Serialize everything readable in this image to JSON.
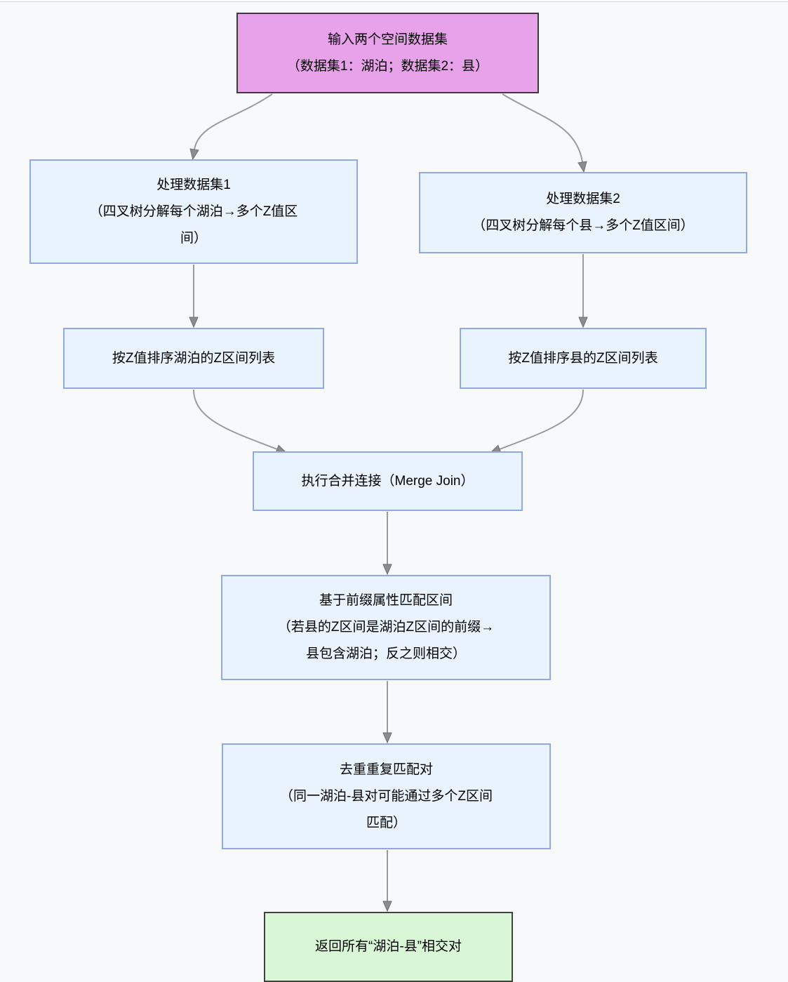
{
  "diagram": {
    "type": "flowchart",
    "direction": "top-down",
    "colors": {
      "background": "#f8f9fa",
      "top_border": "#d8d8d8",
      "blue_fill": "#e9f3fd",
      "blue_border": "#8fa8e6",
      "start_fill": "#e8a2e9",
      "start_border": "#3b3b3b",
      "end_fill": "#d9f6d7",
      "end_border": "#424242",
      "edge": "#9b9b9b",
      "arrowhead": "#8c8c8c",
      "arrowhead_outline": "#6f6f6f",
      "text": "#000000"
    },
    "nodes": {
      "input": {
        "lines": [
          "输入两个空间数据集",
          "（数据集1：湖泊；数据集2：县）"
        ]
      },
      "process1": {
        "lines": [
          "处理数据集1",
          "（四叉树分解每个湖泊→多个Z值区",
          "间）"
        ]
      },
      "process2": {
        "lines": [
          "处理数据集2",
          "（四叉树分解每个县→多个Z值区间）"
        ]
      },
      "sort1": {
        "lines": [
          "按Z值排序湖泊的Z区间列表"
        ]
      },
      "sort2": {
        "lines": [
          "按Z值排序县的Z区间列表"
        ]
      },
      "merge": {
        "lines": [
          "执行合并连接（Merge Join）"
        ]
      },
      "prefix": {
        "lines": [
          "基于前缀属性匹配区间",
          "（若县的Z区间是湖泊Z区间的前缀→",
          "县包含湖泊；反之则相交）"
        ]
      },
      "dedup": {
        "lines": [
          "去重重复匹配对",
          "（同一湖泊-县对可能通过多个Z区间",
          "匹配）"
        ]
      },
      "output": {
        "lines": [
          "返回所有“湖泊-县”相交对"
        ]
      }
    },
    "edges": [
      {
        "from": "input",
        "to": "process1"
      },
      {
        "from": "input",
        "to": "process2"
      },
      {
        "from": "process1",
        "to": "sort1"
      },
      {
        "from": "process2",
        "to": "sort2"
      },
      {
        "from": "sort1",
        "to": "merge"
      },
      {
        "from": "sort2",
        "to": "merge"
      },
      {
        "from": "merge",
        "to": "prefix"
      },
      {
        "from": "prefix",
        "to": "dedup"
      },
      {
        "from": "dedup",
        "to": "output"
      }
    ]
  }
}
